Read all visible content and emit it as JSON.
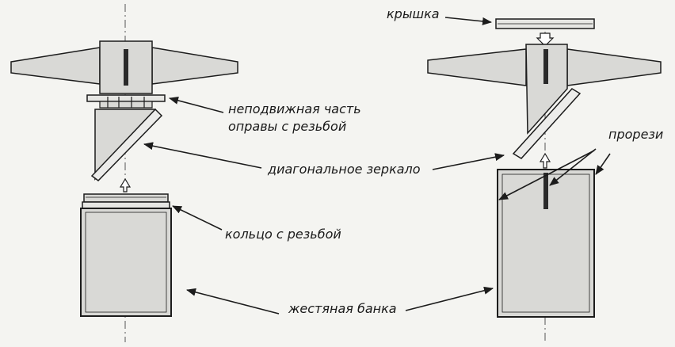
{
  "labels": {
    "lid": "крышка",
    "fixed_part_line1": "неподвижная часть",
    "fixed_part_line2": "оправы с резьбой",
    "diagonal_mirror": "диагональное зеркало",
    "threaded_ring": "кольцо с резьбой",
    "slots": "прорези",
    "tin_can": "жестяная банка"
  },
  "colors": {
    "fill": "#d9d9d6",
    "stroke": "#1c1c1c",
    "background": "#f4f4f1",
    "dark_slot": "#2a2a2a"
  }
}
